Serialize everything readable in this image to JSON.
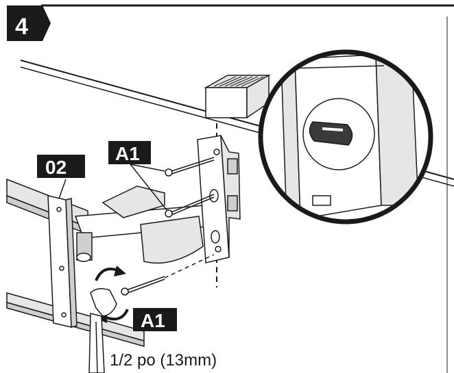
{
  "step": {
    "number": "4"
  },
  "labels": {
    "bracket": "02",
    "bolt_top": "A1",
    "bolt_bottom": "A1"
  },
  "wrench": {
    "size_text": "1/2 po (13mm)"
  },
  "colors": {
    "ink": "#1a1a1a",
    "tag_background": "#1a1a1a",
    "tag_text": "#ffffff",
    "part_fill": "#e6e6e6",
    "shadow_fill": "#cfcfcf"
  },
  "icons": [
    "rotation-arrow-icon",
    "socket-wrench-icon",
    "magnifier-callout-icon"
  ]
}
